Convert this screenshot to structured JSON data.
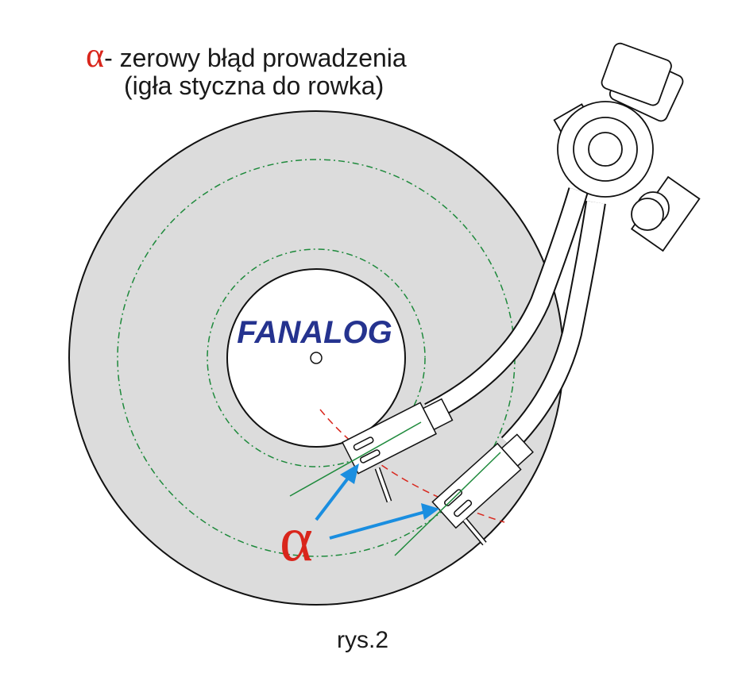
{
  "legend": {
    "symbol": "α",
    "line1": "- zerowy błąd prowadzenia",
    "line2": "(igła styczna do rowka)"
  },
  "logo": "FANALOG",
  "alpha_label": "α",
  "caption": "rys.2",
  "colors": {
    "platter": "#dcdcdc",
    "alpha": "#d9261c",
    "arrow": "#1a8ee0",
    "groove": "#1e8a3c",
    "arc": "#d9261c",
    "logo": "#25338f"
  }
}
